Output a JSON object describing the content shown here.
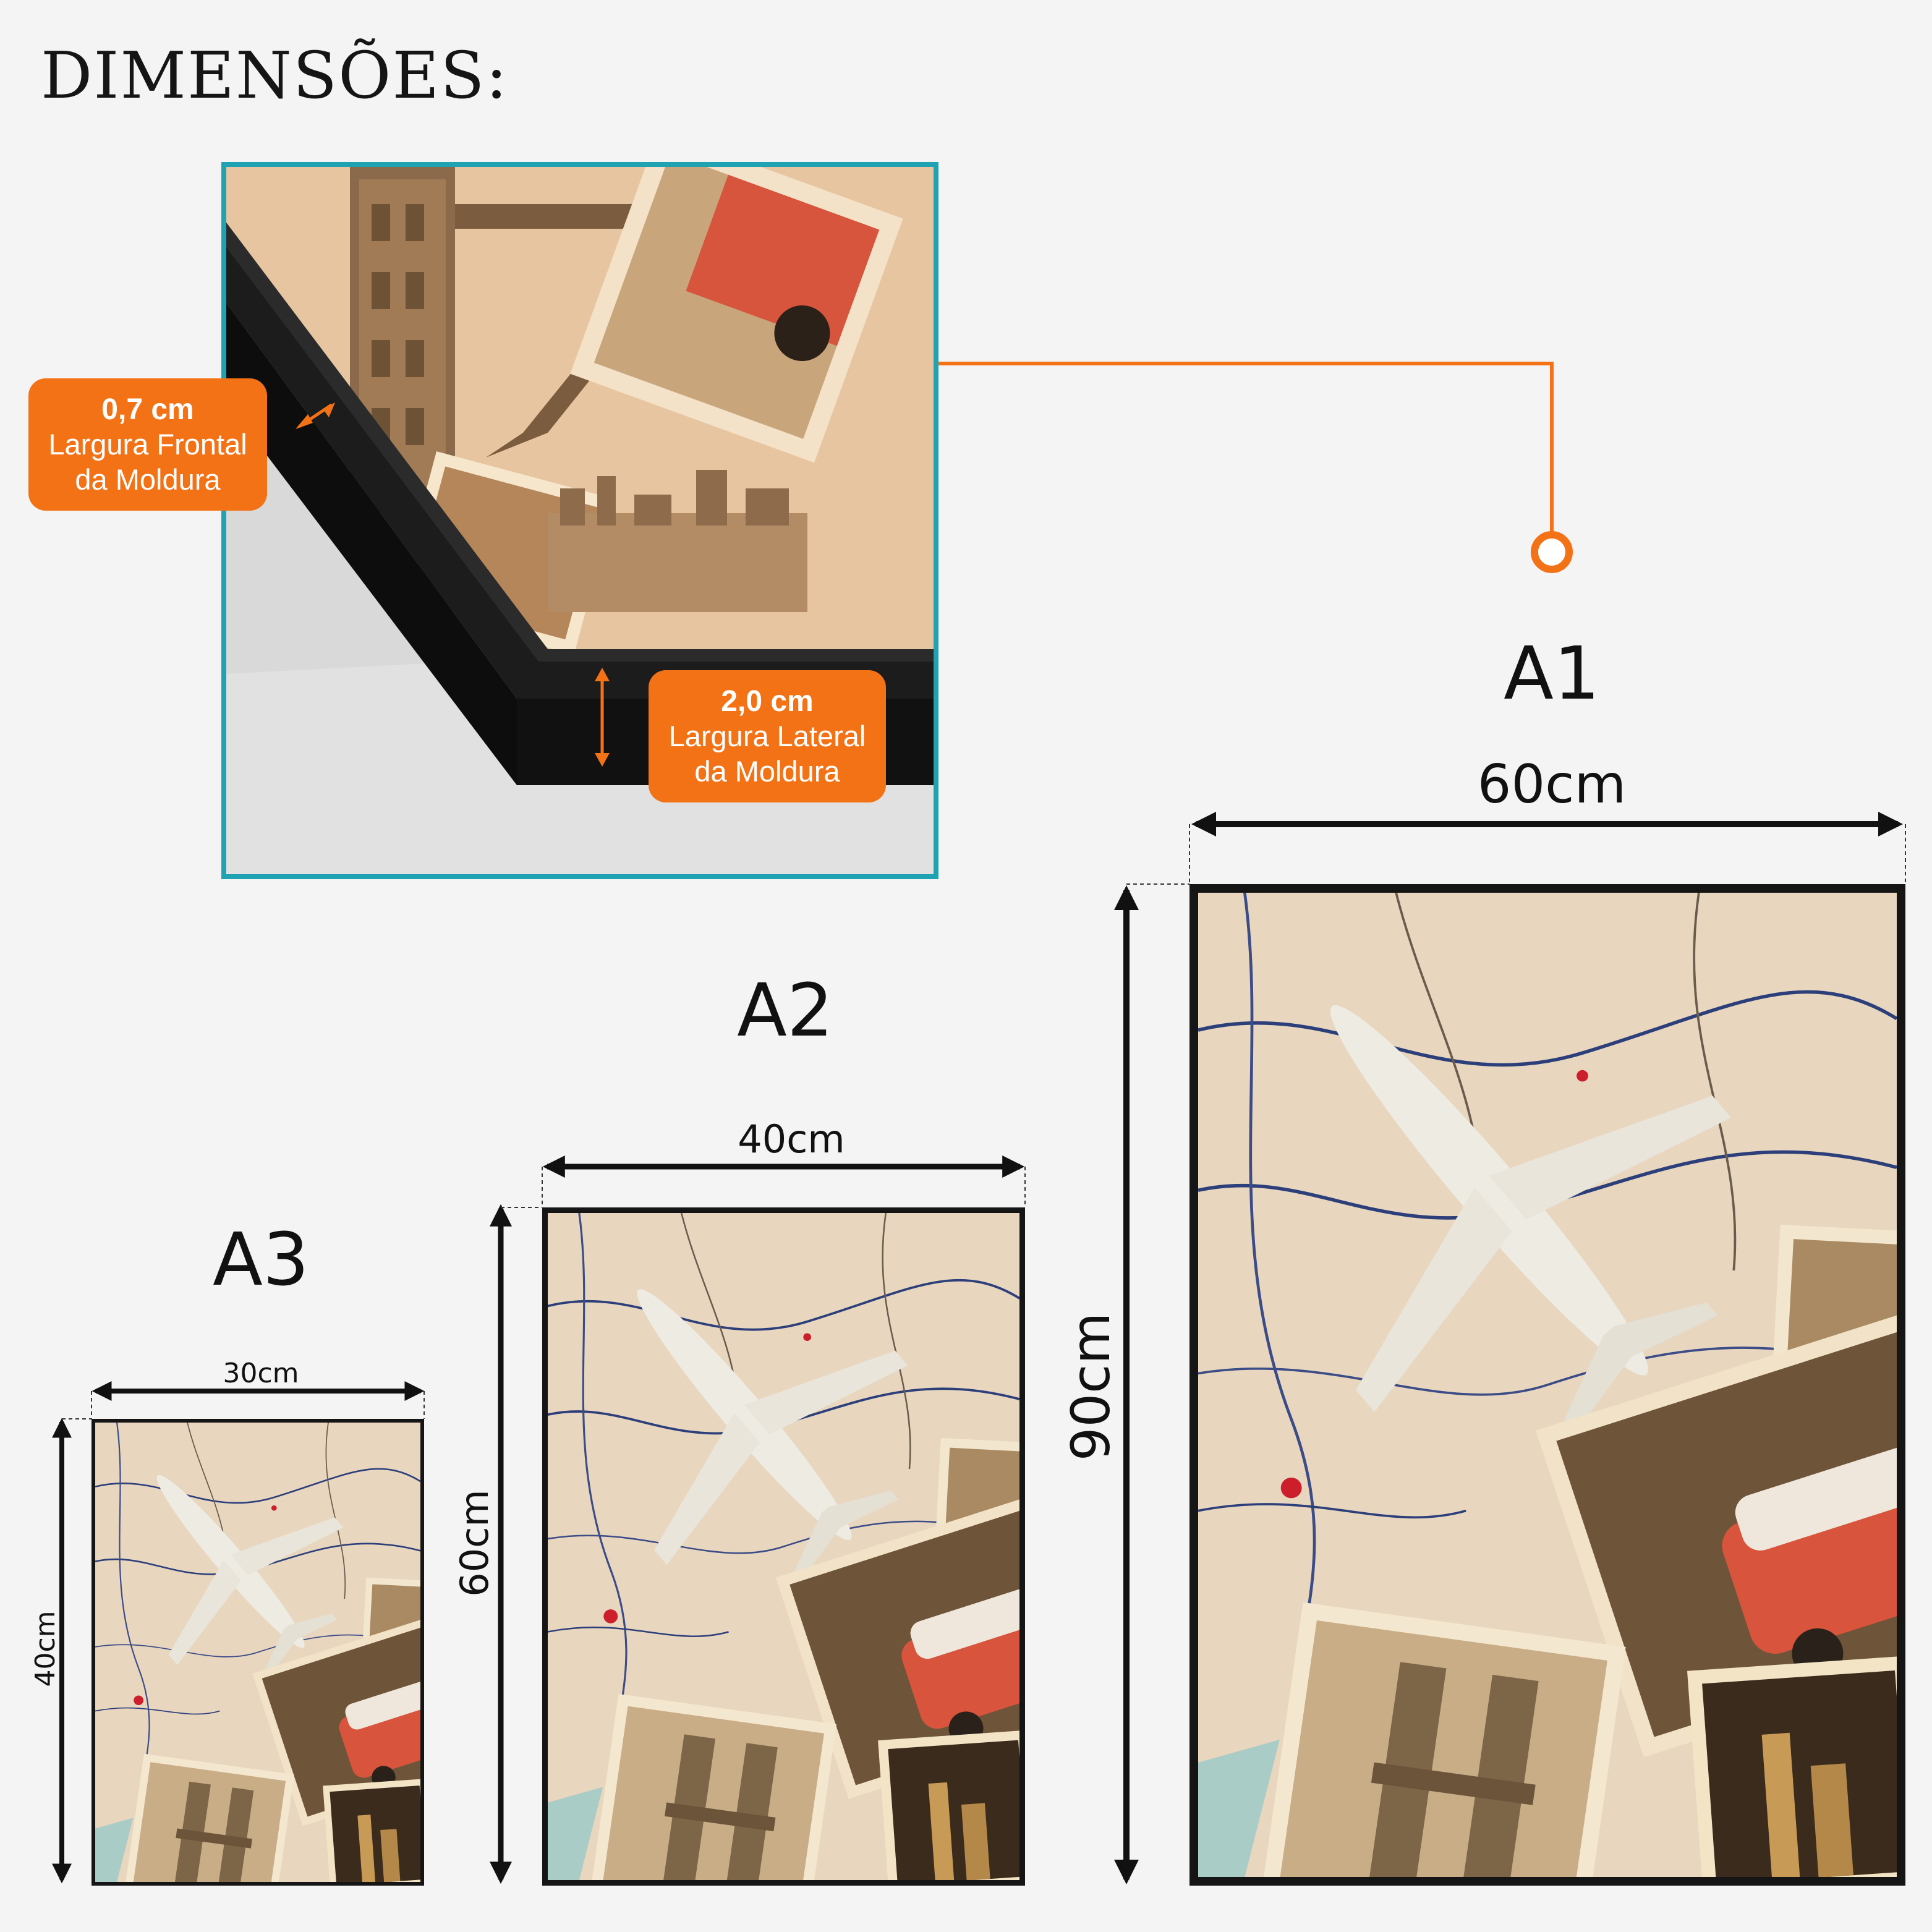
{
  "title": "DIMENSÕES:",
  "detail": {
    "front": {
      "value": "0,7 cm",
      "label_line1": "Largura Frontal",
      "label_line2": "da Moldura"
    },
    "side": {
      "value": "2,0 cm",
      "label_line1": "Largura Lateral",
      "label_line2": "da Moldura"
    }
  },
  "sizes": [
    {
      "name": "A1",
      "width": "60cm",
      "height": "90cm"
    },
    {
      "name": "A2",
      "width": "40cm",
      "height": "60cm"
    },
    {
      "name": "A3",
      "width": "30cm",
      "height": "40cm"
    }
  ],
  "colors": {
    "accent": "#f47216",
    "inset_border": "#1fa3b3",
    "frame": "#151515",
    "background": "#f4f4f4"
  }
}
